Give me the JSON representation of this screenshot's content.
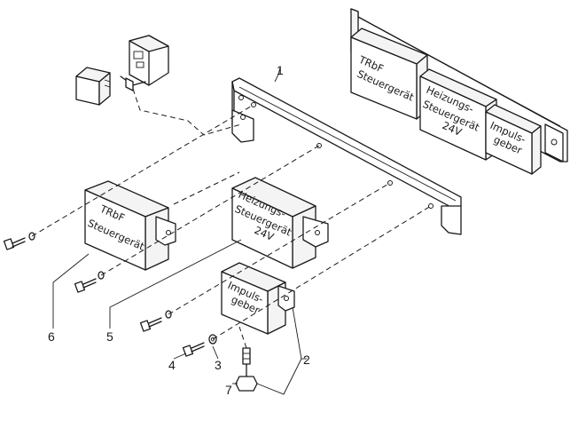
{
  "callouts": {
    "n1": "1",
    "n2": "2",
    "n3": "3",
    "n4": "4",
    "n5": "5",
    "n6": "6",
    "n7": "7"
  },
  "inset": {
    "box_trbf": [
      "TRbF",
      "Steuergerät"
    ],
    "box_heizung": [
      "Heizungs-",
      "Steuergerät",
      "24V"
    ],
    "box_impuls": [
      "Impuls-",
      "geber"
    ]
  },
  "main": {
    "box_trbf": [
      "TRbF",
      "Steuergerät"
    ],
    "box_heizung": [
      "Heizungs-",
      "Steuergerät",
      "24V"
    ],
    "box_impuls": [
      "Impuls-",
      "geber"
    ]
  }
}
